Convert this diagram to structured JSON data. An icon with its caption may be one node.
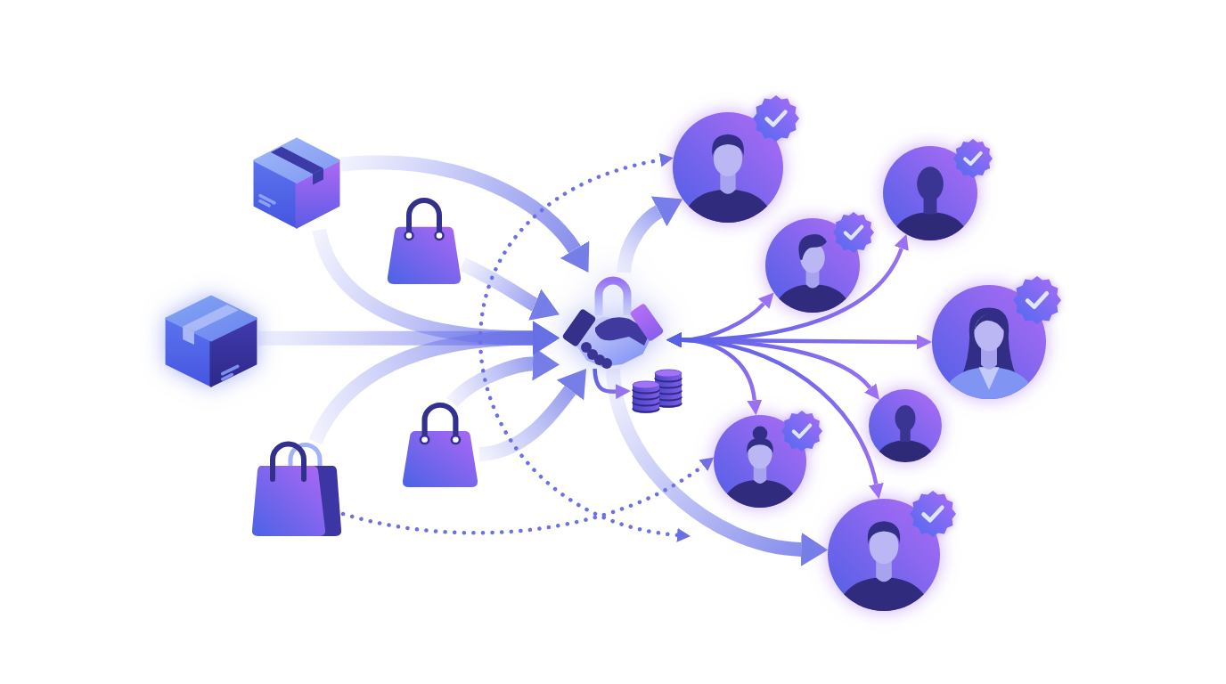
{
  "diagram": {
    "nodes": [
      {
        "text": [],
        "shape": "picture"
      },
      {
        "text": [],
        "shape": "picture"
      },
      {
        "text": [],
        "shape": "picture"
      },
      {
        "text": [],
        "shape": "picture"
      },
      {
        "text": [],
        "shape": "picture"
      },
      {
        "text": [],
        "shape": "picture"
      },
      {
        "text": [],
        "shape": "picture"
      },
      {
        "text": [],
        "shape": "person"
      },
      {
        "text": [],
        "shape": "person"
      },
      {
        "text": [],
        "shape": "person"
      },
      {
        "text": [],
        "shape": "person"
      },
      {
        "text": [],
        "shape": "person"
      },
      {
        "text": [],
        "shape": "person"
      },
      {
        "text": [],
        "shape": "person"
      }
    ],
    "edges": [
      {
        "from": 0,
        "to": 5,
        "arrow": "to",
        "style": "thick"
      },
      {
        "from": 0,
        "to": 5,
        "arrow": "to",
        "style": "thick"
      },
      {
        "from": 1,
        "to": 5,
        "arrow": "to",
        "style": "thick"
      },
      {
        "from": 2,
        "to": 5,
        "arrow": "to",
        "style": "thick"
      },
      {
        "from": 4,
        "to": 5,
        "arrow": "to",
        "style": "thick"
      },
      {
        "from": 3,
        "to": 5,
        "arrow": "to",
        "style": "thick"
      },
      {
        "from": 3,
        "to": 5,
        "arrow": "to",
        "style": "thick"
      },
      {
        "from": 5,
        "to": 6,
        "arrow": "to"
      },
      {
        "from": 5,
        "to": 7,
        "arrow": "to",
        "style": "thick"
      },
      {
        "from": null,
        "to": 7,
        "arrow": "both",
        "style": "dashed"
      },
      {
        "from": 4,
        "to": 12,
        "arrow": "to",
        "style": "dashed"
      },
      {
        "from": 5,
        "to": 13,
        "arrow": "to",
        "style": "thick"
      },
      {
        "from": 5,
        "to": 9,
        "arrow": "both"
      },
      {
        "from": 5,
        "to": 8,
        "arrow": "both"
      },
      {
        "from": 5,
        "to": 10,
        "arrow": "both"
      },
      {
        "from": 5,
        "to": 11,
        "arrow": "both"
      },
      {
        "from": 5,
        "to": 12,
        "arrow": "both"
      },
      {
        "from": 5,
        "to": 13,
        "arrow": "both"
      }
    ]
  }
}
